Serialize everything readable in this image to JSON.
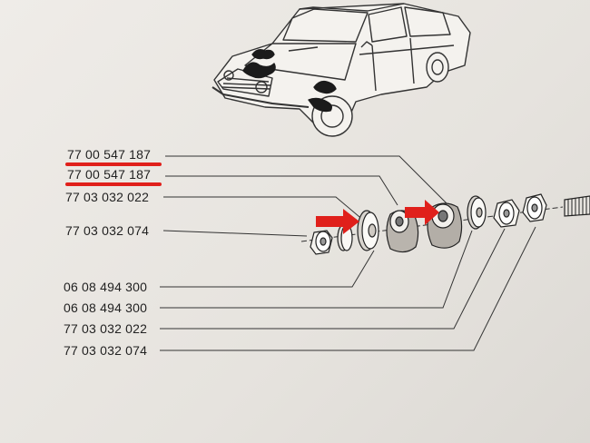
{
  "part_numbers": {
    "left": [
      "77 00 547 187",
      "77 00 547 187",
      "77 03 032 022",
      "77 03 032 074"
    ],
    "bottom": [
      "06 08 494 300",
      "06 08 494 300",
      "77 03 032 022",
      "77 03 032 074"
    ]
  },
  "colors": {
    "highlight": "#e0201b",
    "ink": "#222222",
    "paper": "#ebe8e3"
  },
  "icons": [
    "car-illustration",
    "exploded-bushing-assembly",
    "red-arrow-icon"
  ]
}
